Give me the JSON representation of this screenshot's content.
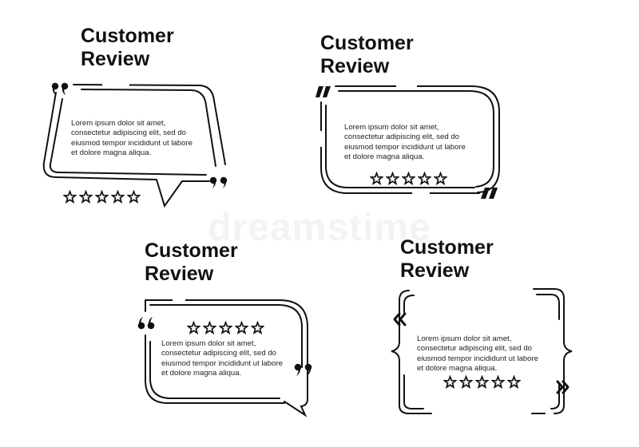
{
  "watermark": "dreamstime",
  "colors": {
    "stroke": "#111111",
    "background": "#ffffff",
    "text": "#222222"
  },
  "cards": [
    {
      "title": "Customer\nReview",
      "body": "Lorem ipsum dolor sit amet,\nconsectetur adipiscing elit, sed do\neiusmod tempor incididunt ut labore\net dolore magna aliqua.",
      "rating": 5,
      "quote_icons": [
        "quote-open-icon",
        "quote-close-icon"
      ]
    },
    {
      "title": "Customer\nReview",
      "body": "Lorem ipsum dolor sit amet,\nconsectetur adipiscing elit, sed do\neiusmod tempor incididunt ut labore\net dolore magna aliqua.",
      "rating": 5,
      "quote_icons": [
        "quote-open-icon",
        "quote-close-icon"
      ]
    },
    {
      "title": "Customer\nReview",
      "body": "Lorem ipsum dolor sit amet,\nconsectetur adipiscing elit, sed do\neiusmod tempor incididunt ut labore\net dolore magna aliqua.",
      "rating": 5,
      "quote_icons": [
        "quote-open-icon",
        "quote-close-icon"
      ]
    },
    {
      "title": "Customer\nReview",
      "body": "Lorem ipsum dolor sit amet,\nconsectetur adipiscing elit, sed do\neiusmod tempor incididunt ut labore\net dolore magna aliqua.",
      "rating": 5,
      "quote_icons": [
        "guillemet-open-icon",
        "guillemet-close-icon",
        "brace-open-icon",
        "brace-close-icon"
      ]
    }
  ]
}
